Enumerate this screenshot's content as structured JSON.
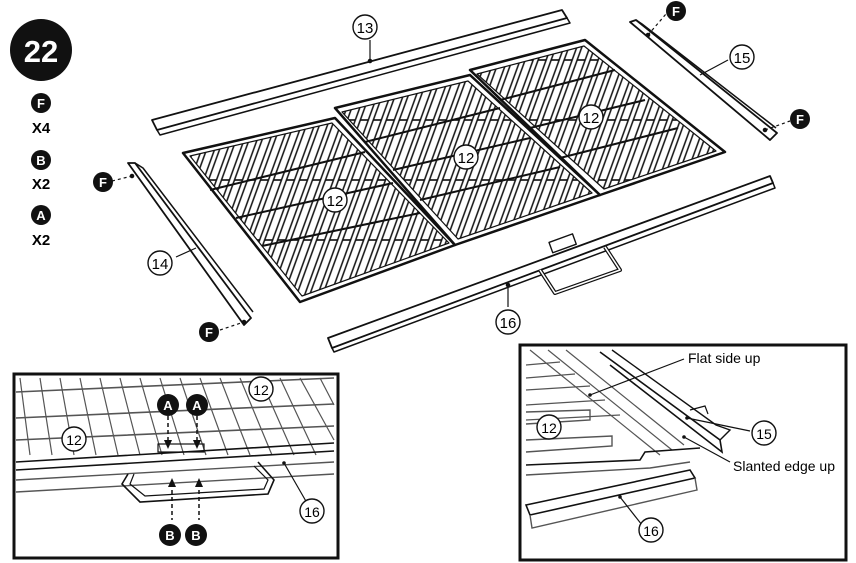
{
  "step": {
    "number": "22"
  },
  "hardware_legend": [
    {
      "letter": "F",
      "qty": "X4"
    },
    {
      "letter": "B",
      "qty": "X2"
    },
    {
      "letter": "A",
      "qty": "X2"
    }
  ],
  "parts": {
    "grate_left": "12",
    "grate_middle": "12",
    "grate_right": "12",
    "rail_top": "13",
    "rail_left": "14",
    "rail_right": "15",
    "rail_front": "16"
  },
  "hardware_callouts": {
    "f_top_right": "F",
    "f_right": "F",
    "f_left": "F",
    "f_bottom": "F"
  },
  "detail_left": {
    "part_grate_a": "12",
    "part_grate_b": "12",
    "part_rail": "16",
    "a_left": "A",
    "a_right": "A",
    "b_left": "B",
    "b_right": "B"
  },
  "detail_right": {
    "part_grate": "12",
    "part_rail_right": "15",
    "part_rail_front": "16",
    "note_flat": "Flat side up",
    "note_slanted": "Slanted edge up"
  }
}
